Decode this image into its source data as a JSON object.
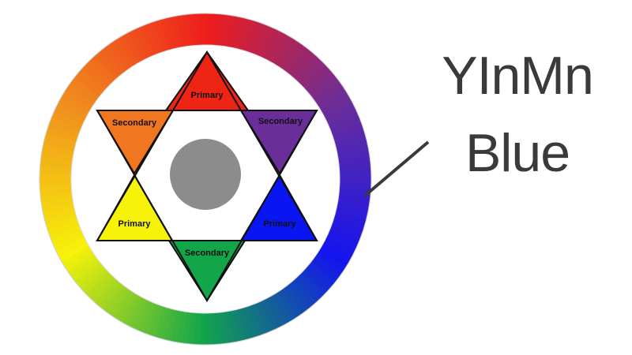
{
  "headline": {
    "line1": "YInMn",
    "line2": "Blue"
  },
  "triangles": {
    "top": {
      "label": "Primary",
      "color": "#ee2415"
    },
    "upper_right": {
      "label": "Secondary",
      "color": "#6a2e9a"
    },
    "lower_right": {
      "label": "Primary",
      "color": "#0a16f2"
    },
    "bottom": {
      "label": "Secondary",
      "color": "#12a54a"
    },
    "lower_left": {
      "label": "Primary",
      "color": "#f7f20a"
    },
    "upper_left": {
      "label": "Secondary",
      "color": "#f0771f"
    }
  },
  "center_circle_color": "#8c8c8c",
  "ring_colors": [
    "#ee1c1c",
    "#6a2e9a",
    "#1414f0",
    "#12a54a",
    "#f7f20a",
    "#f08a1e"
  ],
  "pointer_color": "#3a3a3a"
}
